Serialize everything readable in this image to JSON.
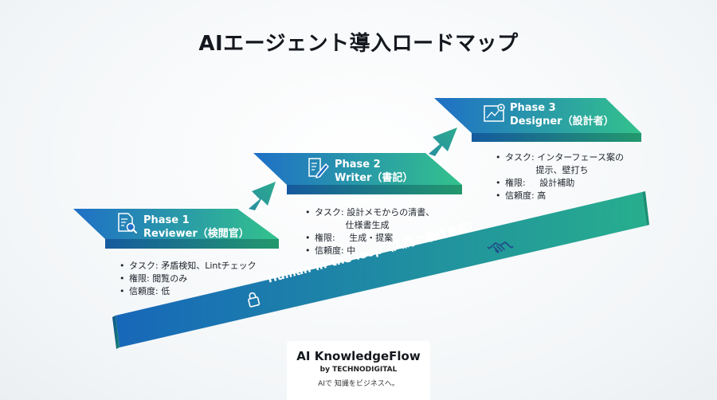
{
  "title": "AIエージェント導入ロードマップ",
  "phases": [
    {
      "number": "Phase 1",
      "name": "Reviewer（検閲官）",
      "icon": "document-search-icon",
      "details": [
        "タスク: 矛盾検知、Lintチェック",
        "権限: 閲覧のみ",
        "信頼度: 低"
      ]
    },
    {
      "number": "Phase 2",
      "name": "Writer（書記）",
      "icon": "document-pen-icon",
      "details": [
        "タスク: 設計メモからの清書、",
        "           仕様書生成",
        "権限:     生成・提案",
        "信頼度: 中"
      ]
    },
    {
      "number": "Phase 3",
      "name": "Designer（設計者）",
      "icon": "blueprint-gear-icon",
      "details": [
        "タスク: インターフェース案の",
        "           提示、壁打ち",
        "権限:     設計補助",
        "信頼度: 高"
      ]
    }
  ],
  "hitl": {
    "label": "Human-in-the-loop（人間の最終承認）",
    "left_icon": "lock-icon",
    "right_icon": "handshake-icon"
  },
  "brand": {
    "name": "AI KnowledgeFlow",
    "by": "by TECHNODIGITAL",
    "tagline": "AIで 知識をビジネスへ。"
  },
  "colors": {
    "phase_blue": "#1f74c8",
    "phase_green": "#2fbf8c",
    "hitl_blue": "#1769b8",
    "hitl_teal": "#25a98e",
    "arrow": "#2a9d9a"
  }
}
